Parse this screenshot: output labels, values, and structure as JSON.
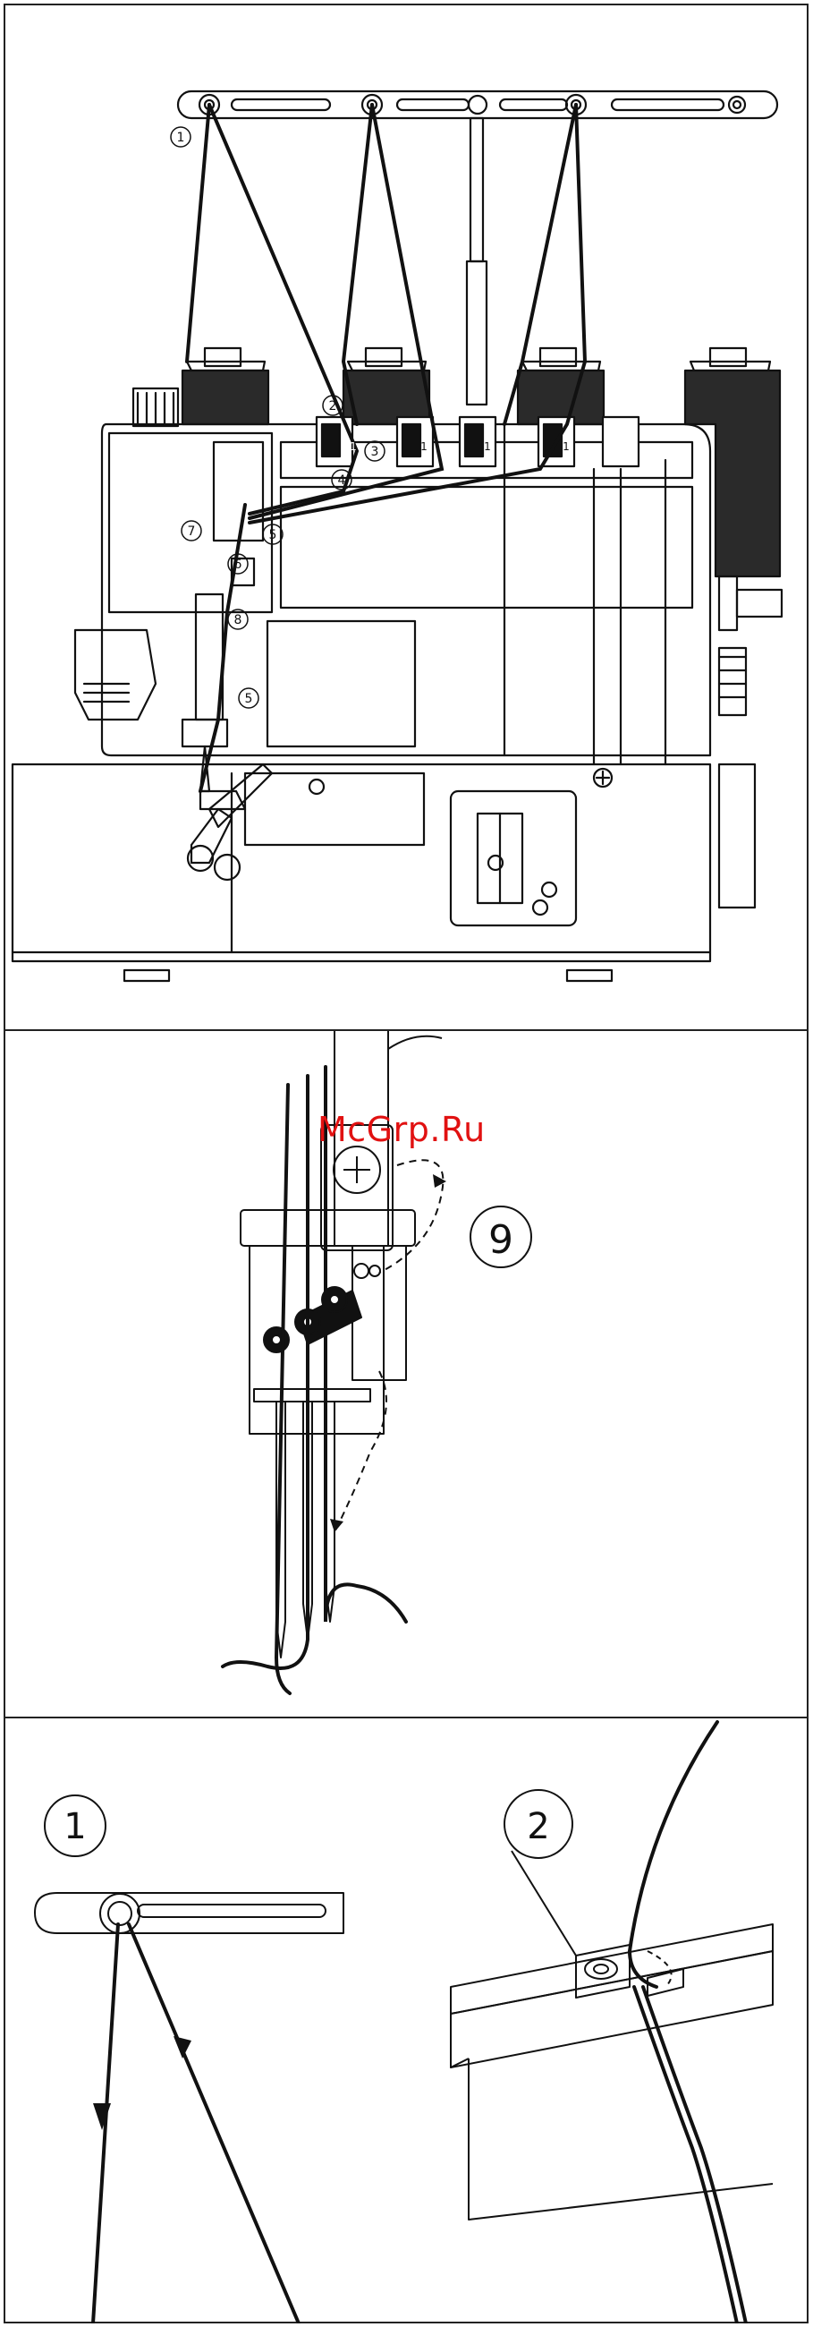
{
  "watermark": {
    "text": "McGrp.Ru",
    "color": "#e11111"
  },
  "panel1": {
    "callouts": [
      "1",
      "2",
      "3",
      "4",
      "5",
      "7",
      "6",
      "8",
      "5"
    ],
    "tension_dial_labels": [
      "1",
      "1",
      "1",
      "1"
    ]
  },
  "panel2": {
    "callout": "9"
  },
  "panel3": {
    "callout_left": "1",
    "callout_right": "2"
  }
}
